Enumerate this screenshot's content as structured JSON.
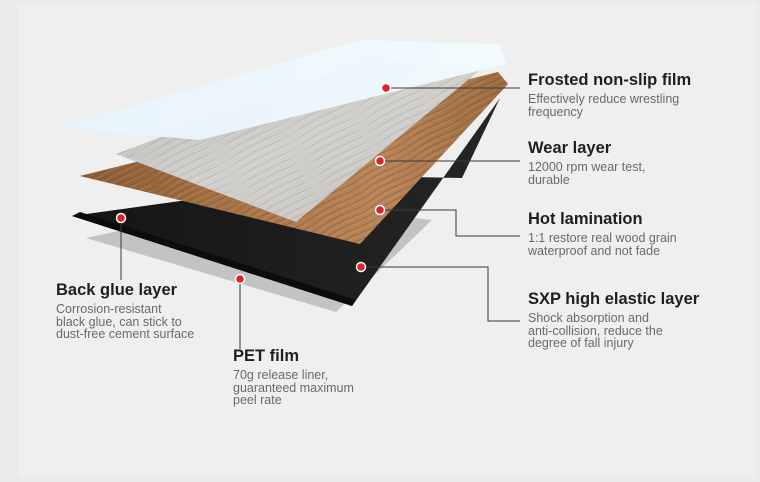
{
  "layers": [
    {
      "id": "frosted",
      "title": "Frosted non-slip film",
      "desc": [
        "Effectively reduce wrestling",
        "frequency"
      ]
    },
    {
      "id": "wear",
      "title": "Wear layer",
      "desc": [
        "12000 rpm wear test,",
        "durable"
      ]
    },
    {
      "id": "lamination",
      "title": "Hot lamination",
      "desc": [
        "1:1 restore real wood grain",
        "waterproof and not fade"
      ]
    },
    {
      "id": "sxp",
      "title": "SXP high elastic layer",
      "desc": [
        "Shock absorption and",
        "anti-collision, reduce the",
        "degree of fall injury"
      ]
    },
    {
      "id": "backglue",
      "title": "Back glue layer",
      "desc": [
        "Corrosion-resistant",
        "black glue, can stick to",
        "dust-free cement surface"
      ]
    },
    {
      "id": "pet",
      "title": "PET film",
      "desc": [
        "70g release liner,",
        "guaranteed maximum",
        "peel rate"
      ]
    }
  ],
  "colors": {
    "marker": "#e0202a",
    "leader_line": "#3a3a3a",
    "background": "#efefef"
  }
}
